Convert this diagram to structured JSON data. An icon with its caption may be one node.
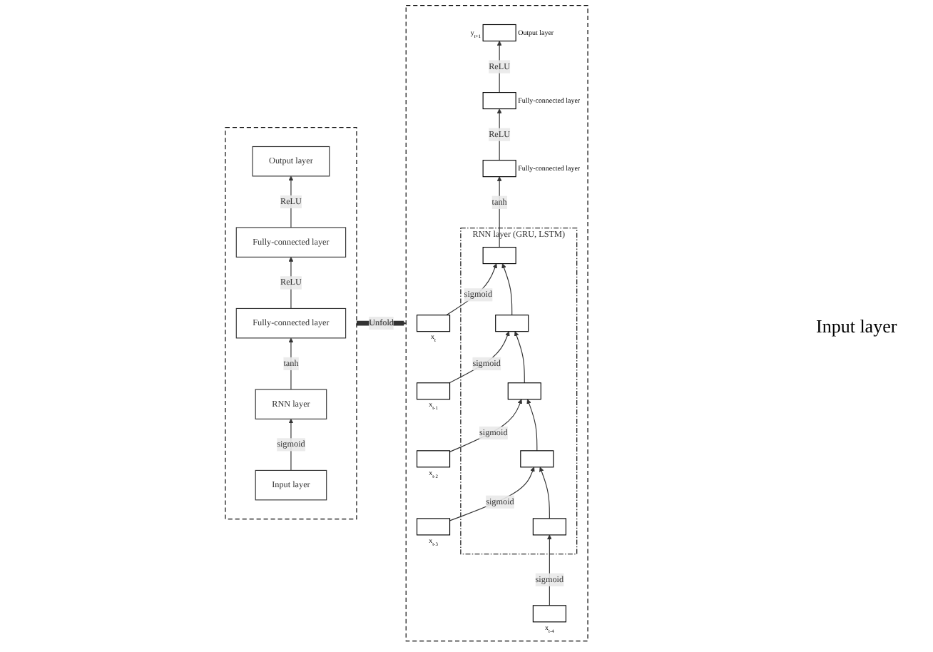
{
  "diagram": {
    "nodes": [
      {
        "text": [],
        "shape": "box"
      },
      {
        "text": [
          "Output layer"
        ],
        "in": 0
      },
      {
        "text": [
          "Fully-connected layer"
        ],
        "in": 0
      },
      {
        "text": [
          "Fully-connected layer"
        ],
        "in": 0
      },
      {
        "text": [
          "RNN layer"
        ],
        "in": 0
      },
      {
        "text": [
          "Input layer"
        ],
        "in": 0
      },
      {
        "text": [],
        "shape": "box"
      },
      {
        "text": [],
        "shape": "box",
        "in": 6,
        "beside": [
          "y$_{t+1}$",
          "Output layer"
        ]
      },
      {
        "text": [],
        "shape": "box",
        "in": 6,
        "beside": [
          "Fully-connected layer"
        ]
      },
      {
        "text": [],
        "shape": "box",
        "in": 6,
        "beside": [
          "Fully-connected layer"
        ]
      },
      {
        "text": [
          "RNN layer (GRU, LSTM)"
        ],
        "in": 6
      },
      {
        "text": [],
        "shape": "box",
        "in": 10
      },
      {
        "text": [],
        "shape": "box",
        "in": 10
      },
      {
        "text": [],
        "shape": "box",
        "in": 10
      },
      {
        "text": [],
        "shape": "box",
        "in": 10
      },
      {
        "text": [],
        "shape": "box",
        "in": 10
      },
      {
        "text": [],
        "shape": "box",
        "in": 6,
        "beside": [
          "x$_{t-4}$"
        ]
      },
      {
        "text": [],
        "shape": "box",
        "in": 6,
        "beside": [
          "x$_{t-3}$"
        ]
      },
      {
        "text": [],
        "shape": "box",
        "in": 6,
        "beside": [
          "x$_{t-2}$"
        ]
      },
      {
        "text": [],
        "shape": "box",
        "in": 6,
        "beside": [
          "x$_{t-1}$"
        ]
      },
      {
        "text": [],
        "shape": "box",
        "in": 6,
        "beside": [
          "x$_{t}$"
        ]
      }
    ],
    "edges": [
      {
        "from": 5,
        "to": 4,
        "arrow": "to",
        "label": "sigmoid"
      },
      {
        "from": 4,
        "to": 3,
        "arrow": "to",
        "label": "tanh"
      },
      {
        "from": 3,
        "to": 2,
        "arrow": "to",
        "label": "ReLU"
      },
      {
        "from": 2,
        "to": 1,
        "arrow": "to",
        "label": "ReLU"
      },
      {
        "from": 0,
        "to": 6,
        "arrow": "to",
        "label": "Unfold",
        "style": "thick"
      },
      {
        "from": 16,
        "to": 11,
        "arrow": "to",
        "label": "sigmoid"
      },
      {
        "from": 17,
        "to": 12,
        "arrow": "to",
        "label": "sigmoid"
      },
      {
        "from": 18,
        "to": 13,
        "arrow": "to",
        "label": "sigmoid"
      },
      {
        "from": 19,
        "to": 14,
        "arrow": "to",
        "label": "sigmoid"
      },
      {
        "from": 20,
        "to": 15,
        "arrow": "to",
        "label": "sigmoid"
      },
      {
        "from": 11,
        "to": 12,
        "arrow": "to"
      },
      {
        "from": 12,
        "to": 13,
        "arrow": "to"
      },
      {
        "from": 13,
        "to": 14,
        "arrow": "to"
      },
      {
        "from": 14,
        "to": 15,
        "arrow": "to"
      },
      {
        "from": 15,
        "to": 9,
        "arrow": "to",
        "label": "tanh"
      },
      {
        "from": 9,
        "to": 8,
        "arrow": "to",
        "label": "ReLU"
      },
      {
        "from": 8,
        "to": 7,
        "arrow": "to",
        "label": "ReLU"
      }
    ],
    "labels": [
      "Input layer"
    ]
  }
}
